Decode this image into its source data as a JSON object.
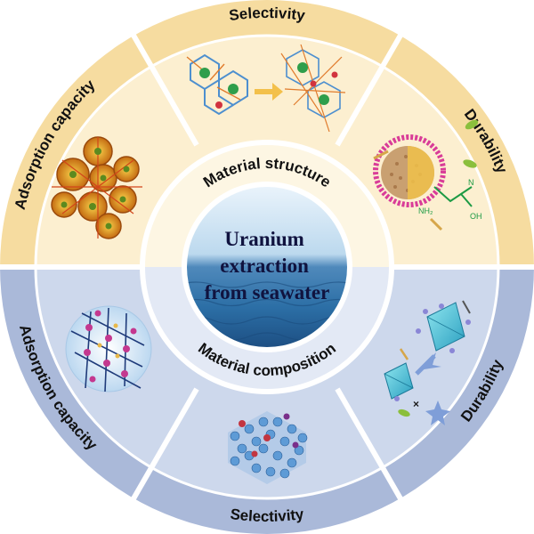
{
  "center": {
    "title_lines": [
      "Uranium",
      "extraction",
      "from seawater"
    ]
  },
  "inner_ring": {
    "top": "Material structure",
    "bottom": "Material composition"
  },
  "outer_ring": {
    "top_left": "Adsorption capacity",
    "top_middle": "Selectivity",
    "top_right": "Durability",
    "bottom_left": "Adsorption capacity",
    "bottom_middle": "Selectivity",
    "bottom_right": "Durability"
  },
  "colors": {
    "top_band": "#f6dca0",
    "top_fill": "#fcefd0",
    "bottom_band": "#aab9d9",
    "bottom_fill": "#cdd8ec",
    "divider": "#ffffff",
    "sea": "#2c6fa6"
  },
  "icons": {
    "sector_1": "mof-crystal-icon",
    "sector_2": "framework-chain-icon",
    "sector_3": "fiber-amidoxime-icon",
    "sector_4": "polymer-network-sphere-icon",
    "sector_5": "crystal-lattice-cube-icon",
    "sector_6": "octahedral-crystal-icon"
  }
}
